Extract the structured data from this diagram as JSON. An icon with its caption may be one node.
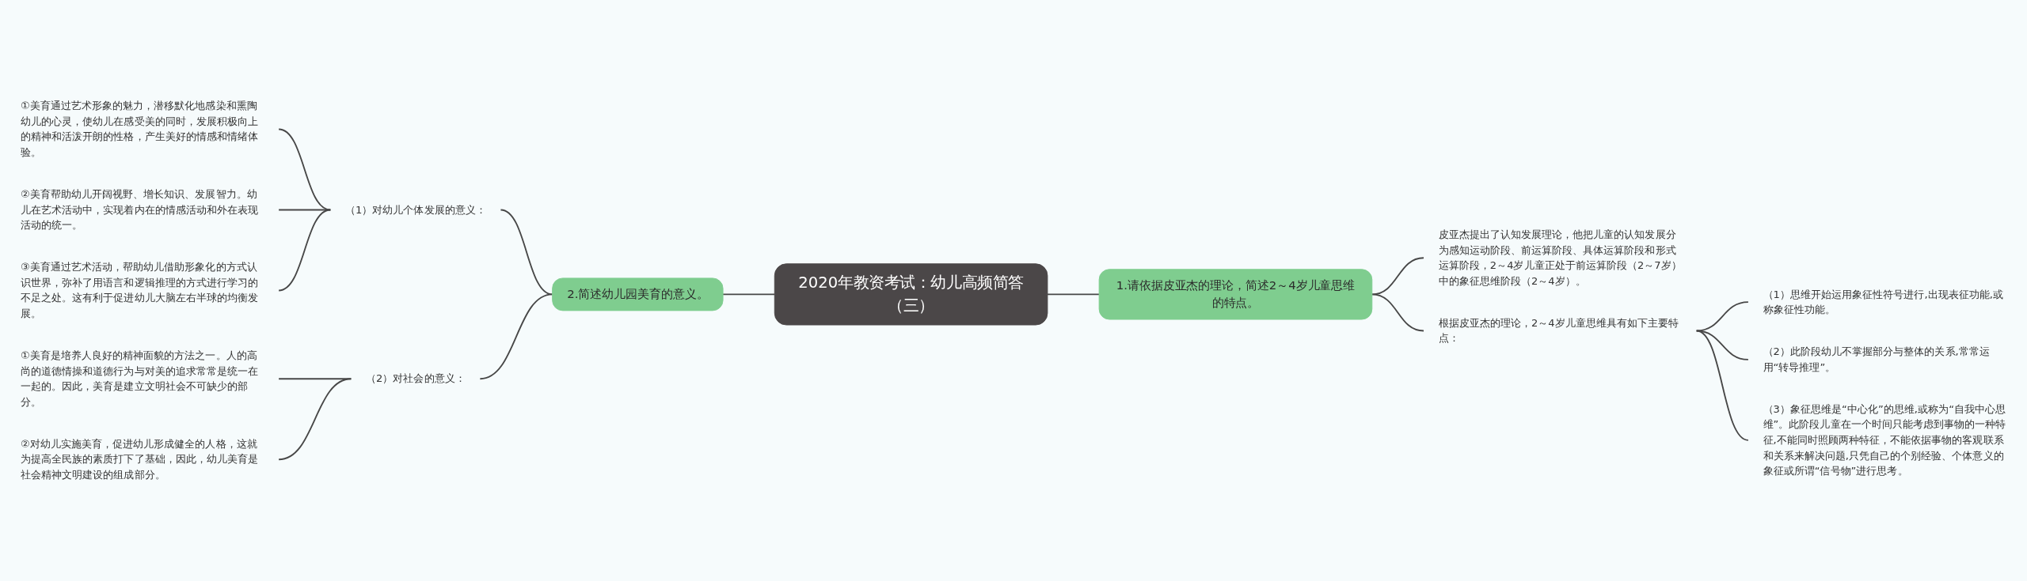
{
  "diagram": {
    "nodes": [
      {
        "text": [
          "2020年教资考试：幼儿高频简答（三）"
        ]
      },
      {
        "text": [
          "1.请依据皮亚杰的理论，简述2～4岁儿童思维的特点。"
        ]
      },
      {
        "text": [
          "皮亚杰提出了认知发展理论，他把儿童的认知发展分为感知运动阶段、前运算阶段、具体运算阶段和形式运算阶段，2～4岁儿童正处于前运算阶段（2～7岁）中的象征思维阶段（2～4岁）。"
        ]
      },
      {
        "text": [
          "根据皮亚杰的理论，2～4岁儿童思维具有如下主要特点："
        ]
      },
      {
        "text": [
          "（1）思维开始运用象征性符号进行,出现表征功能,或称象征性功能。"
        ]
      },
      {
        "text": [
          "（2）此阶段幼儿不掌握部分与整体的关系,常常运用“转导推理”。"
        ]
      },
      {
        "text": [
          "（3）象征思维是“中心化”的思维,或称为“自我中心思维”。此阶段儿童在一个时间只能考虑到事物的一种特征,不能同时照顾两种特征，不能依据事物的客观联系和关系来解决问题,只凭自己的个别经验、个体意义的象征或所谓“信号物”进行思考。"
        ]
      },
      {
        "text": [
          "2.简述幼儿园美育的意义。"
        ]
      },
      {
        "text": [
          "（1）对幼儿个体发展的意义："
        ]
      },
      {
        "text": [
          "①美育通过艺术形象的魅力，潜移默化地感染和熏陶幼儿的心灵，使幼儿在感受美的同时，发展积极向上的精神和活泼开朗的性格，产生美好的情感和情绪体验。"
        ]
      },
      {
        "text": [
          "②美育帮助幼儿开阔视野、增长知识、发展智力。幼儿在艺术活动中，实现着内在的情感活动和外在表现活动的统一。"
        ]
      },
      {
        "text": [
          "③美育通过艺术活动，帮助幼儿借助形象化的方式认识世界，弥补了用语言和逻辑推理的方式进行学习的不足之处。这有利于促进幼儿大脑左右半球的均衡发展。"
        ]
      },
      {
        "text": [
          "（2）对社会的意义："
        ]
      },
      {
        "text": [
          "①美育是培养人良好的精神面貌的方法之一。人的高尚的道德情操和道德行为与对美的追求常常是统一在一起的。因此，美育是建立文明社会不可缺少的部分。"
        ]
      },
      {
        "text": [
          "②对幼儿实施美育，促进幼儿形成健全的人格，这就为提高全民族的素质打下了基础，因此，幼儿美育是社会精神文明建设的组成部分。"
        ]
      }
    ],
    "edges": [
      {
        "from": 0,
        "to": 1,
        "arrow": "none"
      },
      {
        "from": 1,
        "to": 2,
        "arrow": "none"
      },
      {
        "from": 1,
        "to": 3,
        "arrow": "none"
      },
      {
        "from": 3,
        "to": 4,
        "arrow": "none"
      },
      {
        "from": 3,
        "to": 5,
        "arrow": "none"
      },
      {
        "from": 3,
        "to": 6,
        "arrow": "none"
      },
      {
        "from": 7,
        "to": 0,
        "arrow": "none"
      },
      {
        "from": 8,
        "to": 7,
        "arrow": "none"
      },
      {
        "from": 9,
        "to": 8,
        "arrow": "none"
      },
      {
        "from": 10,
        "to": 8,
        "arrow": "none"
      },
      {
        "from": 11,
        "to": 8,
        "arrow": "none"
      },
      {
        "from": 12,
        "to": 7,
        "arrow": "none"
      },
      {
        "from": 13,
        "to": 12,
        "arrow": "none"
      },
      {
        "from": 14,
        "to": 12,
        "arrow": "none"
      }
    ]
  }
}
